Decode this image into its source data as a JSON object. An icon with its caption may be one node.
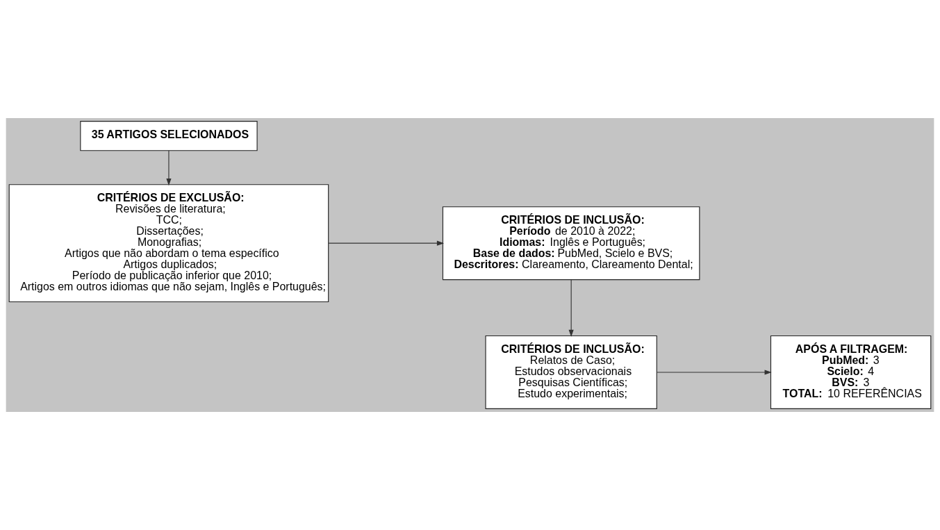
{
  "diagram": {
    "nodes": [
      {
        "text": [
          "35 ARTIGOS SELECIONADOS"
        ]
      },
      {
        "text": [
          "CRITÉRIOS DE EXCLUSÃO:",
          "Revisões de literatura;",
          "TCC;",
          "Dissertações;",
          "Monografias;",
          "Artigos que não abordam o tema específico",
          "Artigos duplicados;",
          "Período de publicação inferior que 2010;",
          "Artigos em outros idiomas que não sejam, Inglês e Português;"
        ]
      },
      {
        "text": [
          "CRITÉRIOS DE INCLUSÃO:",
          "**Período** de 2010 à 2022;",
          "**Idiomas:** Inglês e Português;",
          "**Base de dados:** PubMed, Scielo e BVS;",
          "**Descritores:** Clareamento, Clareamento Dental;"
        ]
      },
      {
        "text": [
          "CRITÉRIOS DE INCLUSÃO:",
          "Relatos de Caso;",
          "Estudos observacionais",
          "Pesquisas Científicas;",
          "Estudo experimentais;"
        ]
      },
      {
        "text": [
          "APÓS A FILTRAGEM:",
          "**PubMed:** 3",
          "**Scielo:** 4",
          "**BVS:** 3",
          "**TOTAL:** 10 REFERÊNCIAS"
        ]
      }
    ],
    "edges": [
      {
        "from": 0,
        "to": 1,
        "arrow": "to"
      },
      {
        "from": 1,
        "to": 2,
        "arrow": "to"
      },
      {
        "from": 2,
        "to": 3,
        "arrow": "to"
      },
      {
        "from": 3,
        "to": 4,
        "arrow": "to"
      }
    ]
  }
}
